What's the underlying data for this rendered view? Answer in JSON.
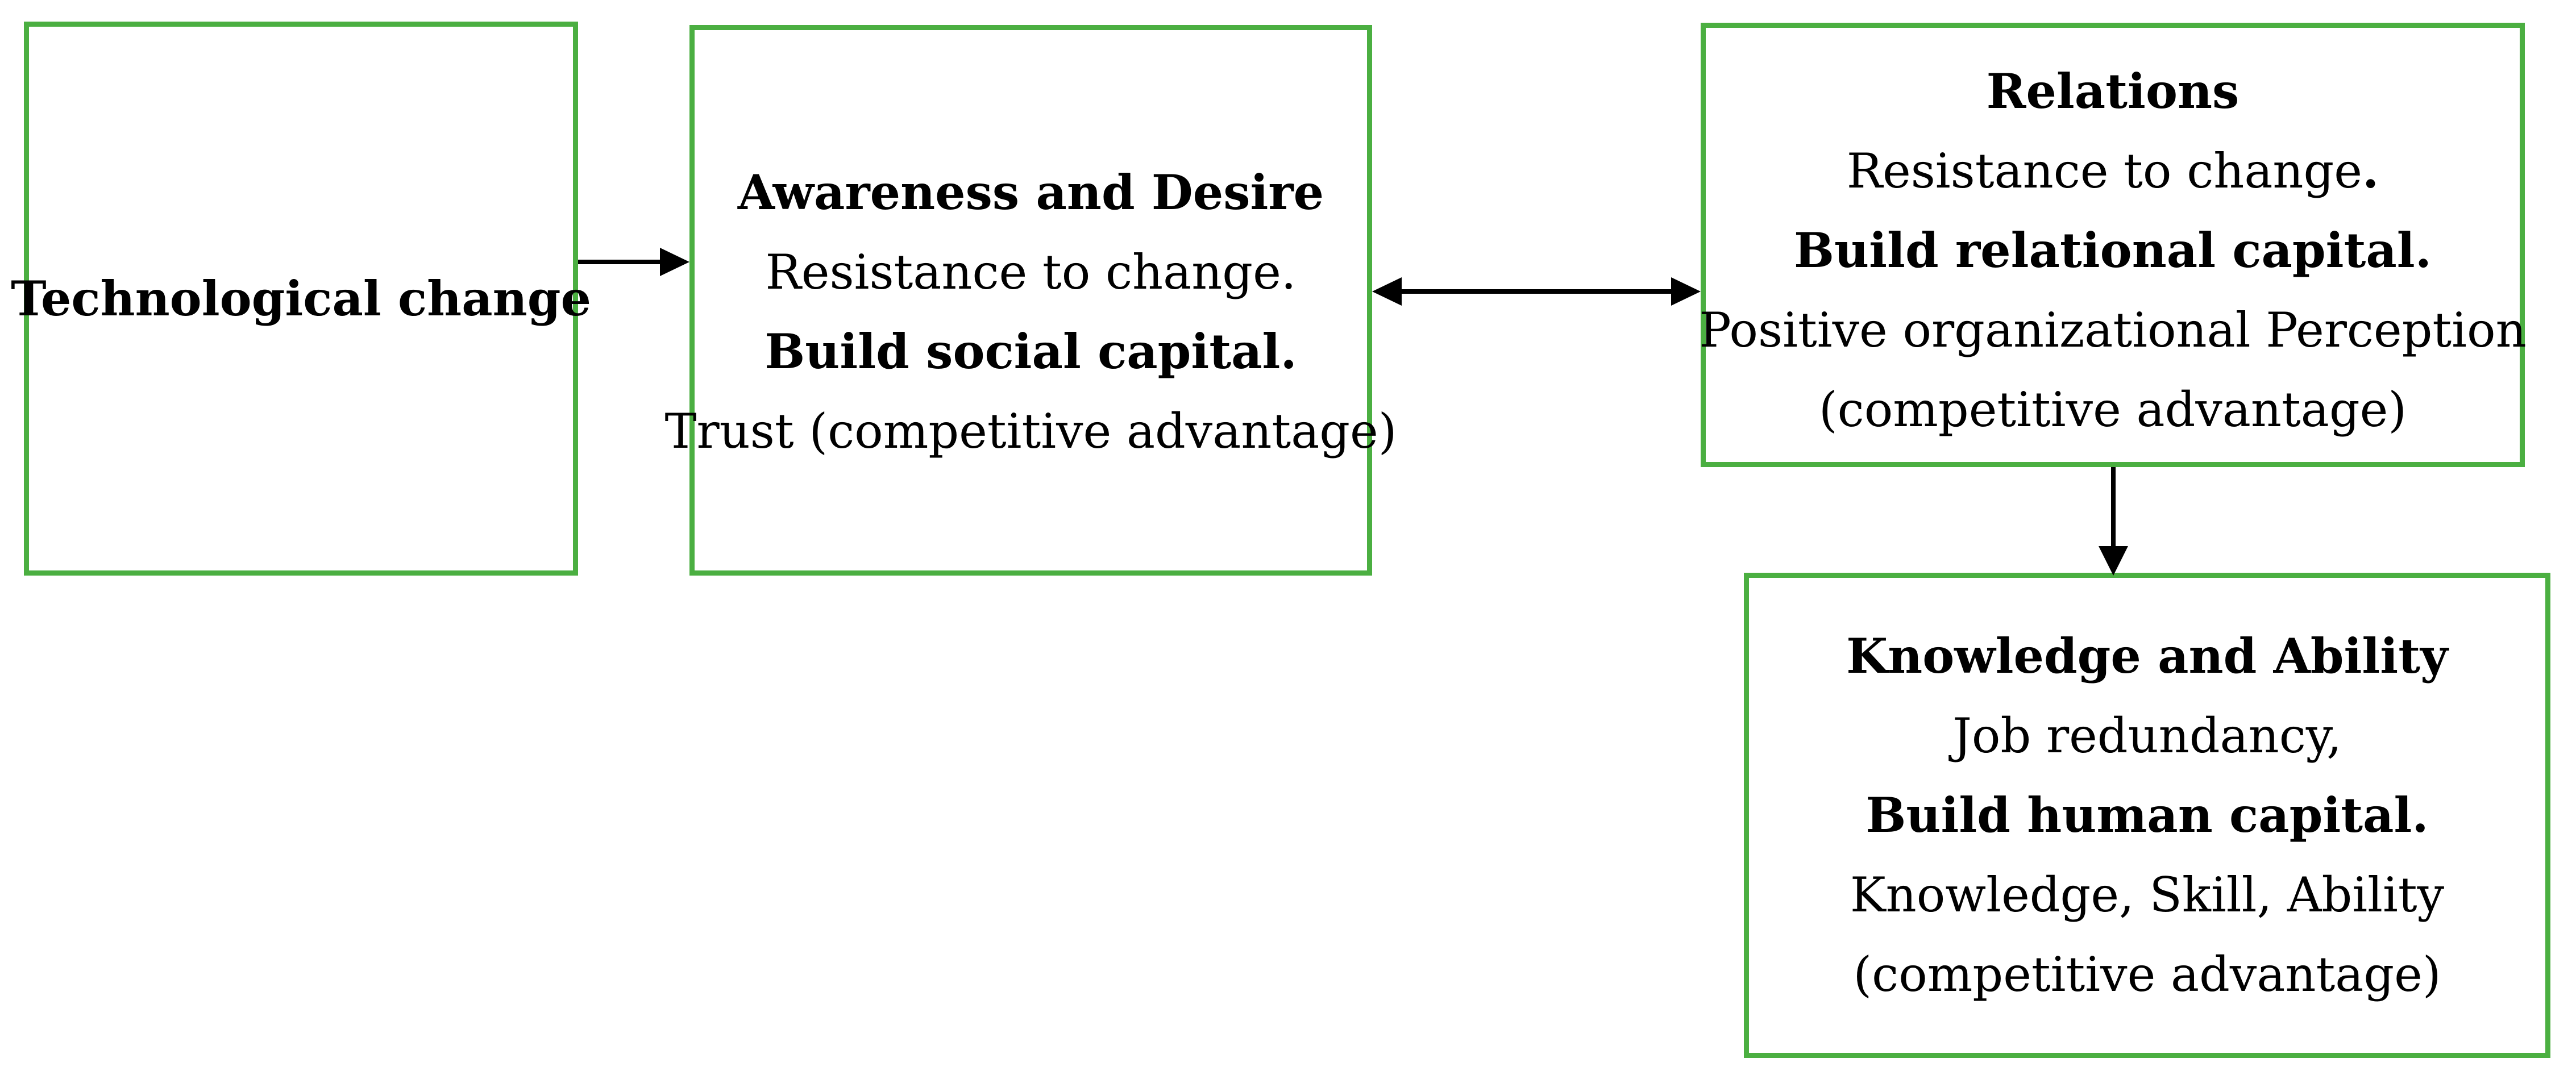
{
  "diagram": {
    "colors": {
      "box_border": "#4baf41",
      "arrow": "#000000",
      "text": "#000000",
      "background": "#ffffff"
    },
    "boxes": {
      "technological_change": {
        "title": "Technological change"
      },
      "awareness_and_desire": {
        "line1": "Awareness and Desire",
        "line2": "Resistance to change.",
        "line3": "Build social capital.",
        "line4": "Trust (competitive advantage)"
      },
      "relations": {
        "line1": "Relations",
        "line2_text": "Resistance to change",
        "line2_period": ".",
        "line3": "Build relational capital.",
        "line4": "Positive organizational Perception",
        "line5": "(competitive advantage)"
      },
      "knowledge_and_ability": {
        "line1": "Knowledge and Ability",
        "line2": "Job redundancy,",
        "line3": "Build human capital.",
        "line4": "Knowledge, Skill, Ability",
        "line5": "(competitive advantage)"
      }
    },
    "arrows": [
      {
        "from": "technological_change",
        "to": "awareness_and_desire",
        "type": "single",
        "direction": "right"
      },
      {
        "from": "awareness_and_desire",
        "to": "relations",
        "type": "double",
        "direction": "horizontal"
      },
      {
        "from": "relations",
        "to": "knowledge_and_ability",
        "type": "single",
        "direction": "down"
      }
    ]
  }
}
